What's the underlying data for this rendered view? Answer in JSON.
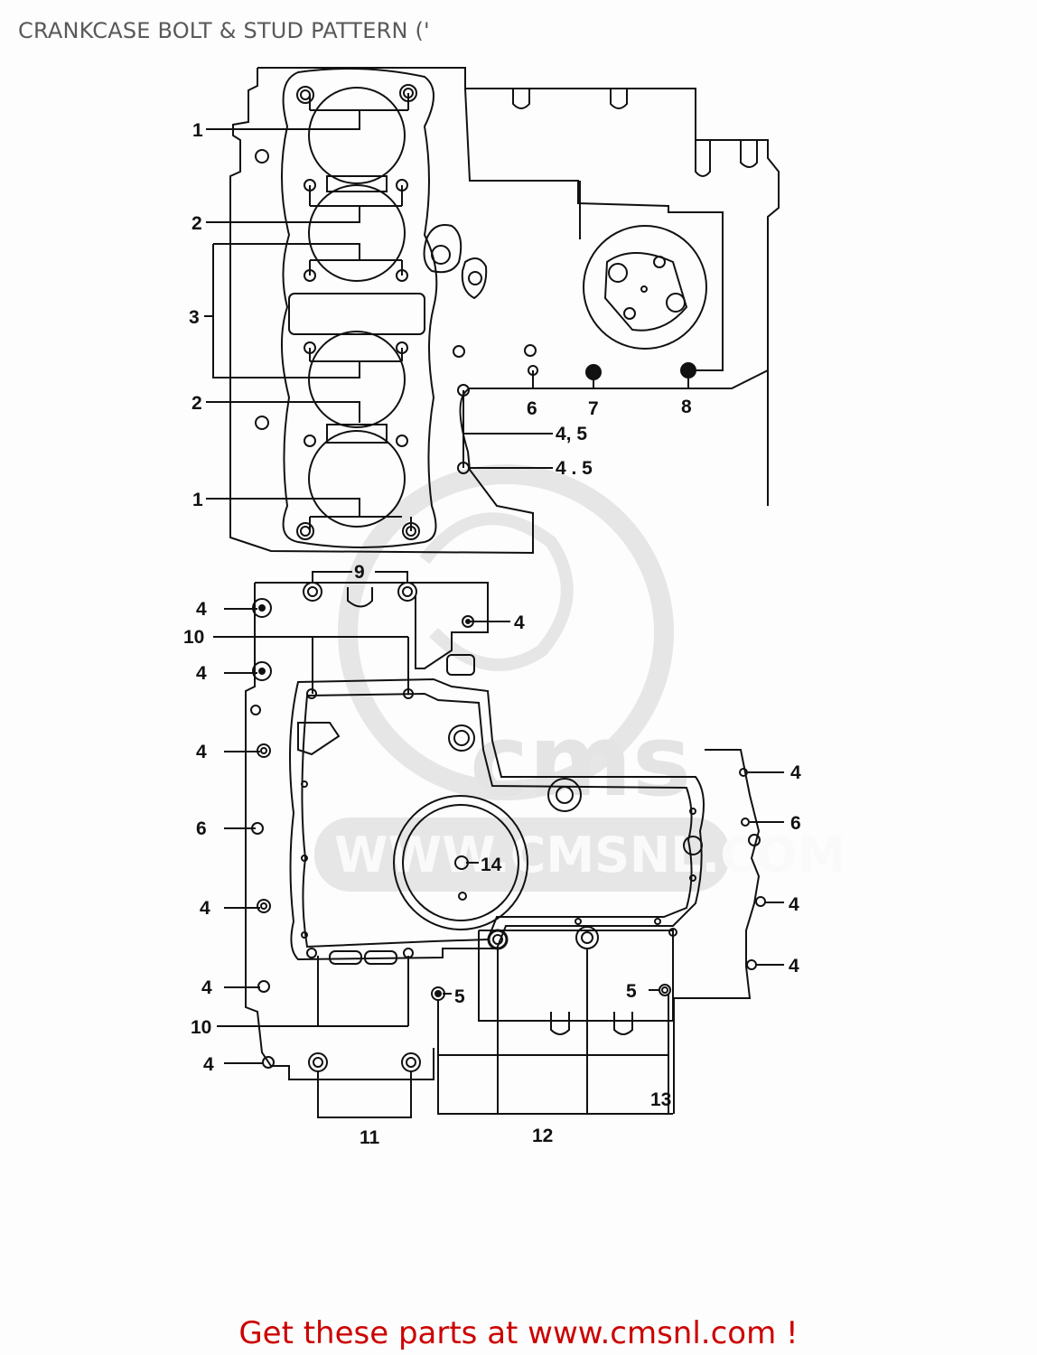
{
  "header": {
    "title": "CRANKCASE BOLT & STUD PATTERN ('"
  },
  "diagram": {
    "watermark": {
      "logo_text": "cms",
      "url_text": "WWW.CMSNL.COM",
      "color": "#e4e4e4"
    },
    "upper_case_callouts": {
      "c1_top": "1",
      "c2_top": "2",
      "c3": "3",
      "c2_bottom": "2",
      "c1_bottom": "1",
      "c6": "6",
      "c7": "7",
      "c8": "8",
      "c45_a": "4, 5",
      "c45_b": "4 . 5"
    },
    "lower_case_callouts": {
      "c9": "9",
      "c4_left1": "4",
      "c4_right_top": "4",
      "c10_top": "10",
      "c4_left2": "4",
      "c4_left3": "4",
      "c6_left": "6",
      "c4_left4": "4",
      "c4_left5": "4",
      "c10_bottom": "10",
      "c4_left6": "4",
      "c5_mid": "5",
      "c5_right": "5",
      "c14": "14",
      "c4_r1": "4",
      "c6_r": "6",
      "c4_r2": "4",
      "c4_r3": "4",
      "c11": "11",
      "c12": "12",
      "c13": "13"
    }
  },
  "footer": {
    "promo": "Get these parts at www.cmsnl.com !",
    "promo_color": "#cc0000"
  }
}
